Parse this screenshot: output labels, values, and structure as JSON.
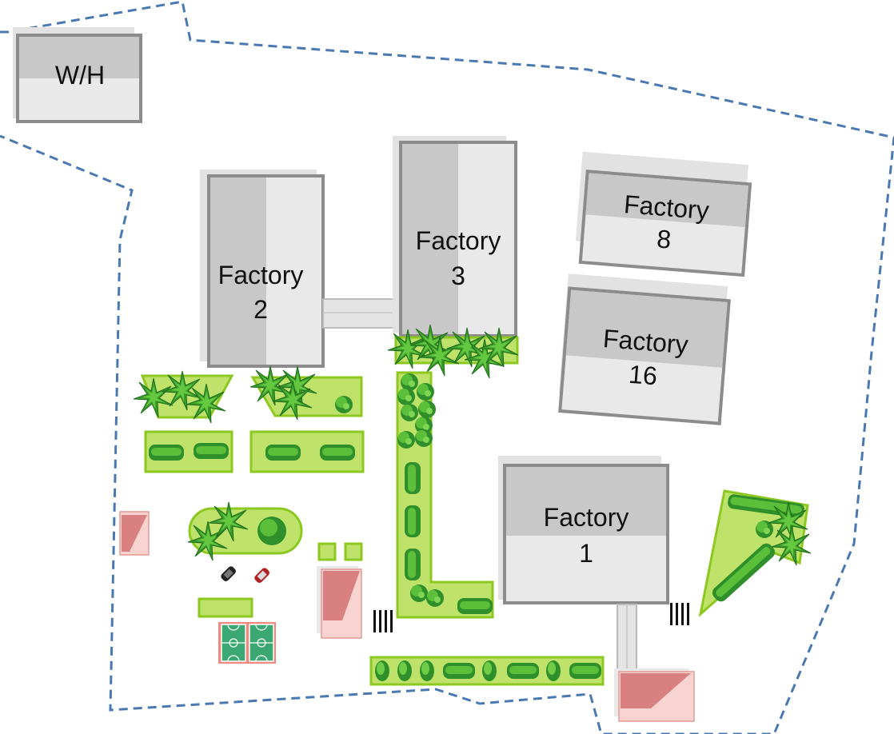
{
  "buildings": {
    "wh": {
      "name": "W/H"
    },
    "factory2": {
      "line1": "Factory",
      "line2": "2"
    },
    "factory3": {
      "line1": "Factory",
      "line2": "3"
    },
    "factory8": {
      "line1": "Factory",
      "line2": "8"
    },
    "factory16": {
      "line1": "Factory",
      "line2": "16"
    },
    "factory1": {
      "line1": "Factory",
      "line2": "1"
    }
  },
  "colors": {
    "boundary": "#4a78b0",
    "roof_dark": "#c8c8c8",
    "roof_light": "#e9e9e9",
    "roof_edge": "#8c8c8c",
    "garden_fill": "#bfe36a",
    "garden_edge": "#8cc820",
    "tree_dark": "#2f8f2a",
    "tree_light": "#5fc23c",
    "hedge": "#2f8f2a",
    "hut": "#e59a94",
    "court": "#3aa870",
    "court_border": "#f08a80",
    "walkway": "#e4e4e4"
  }
}
